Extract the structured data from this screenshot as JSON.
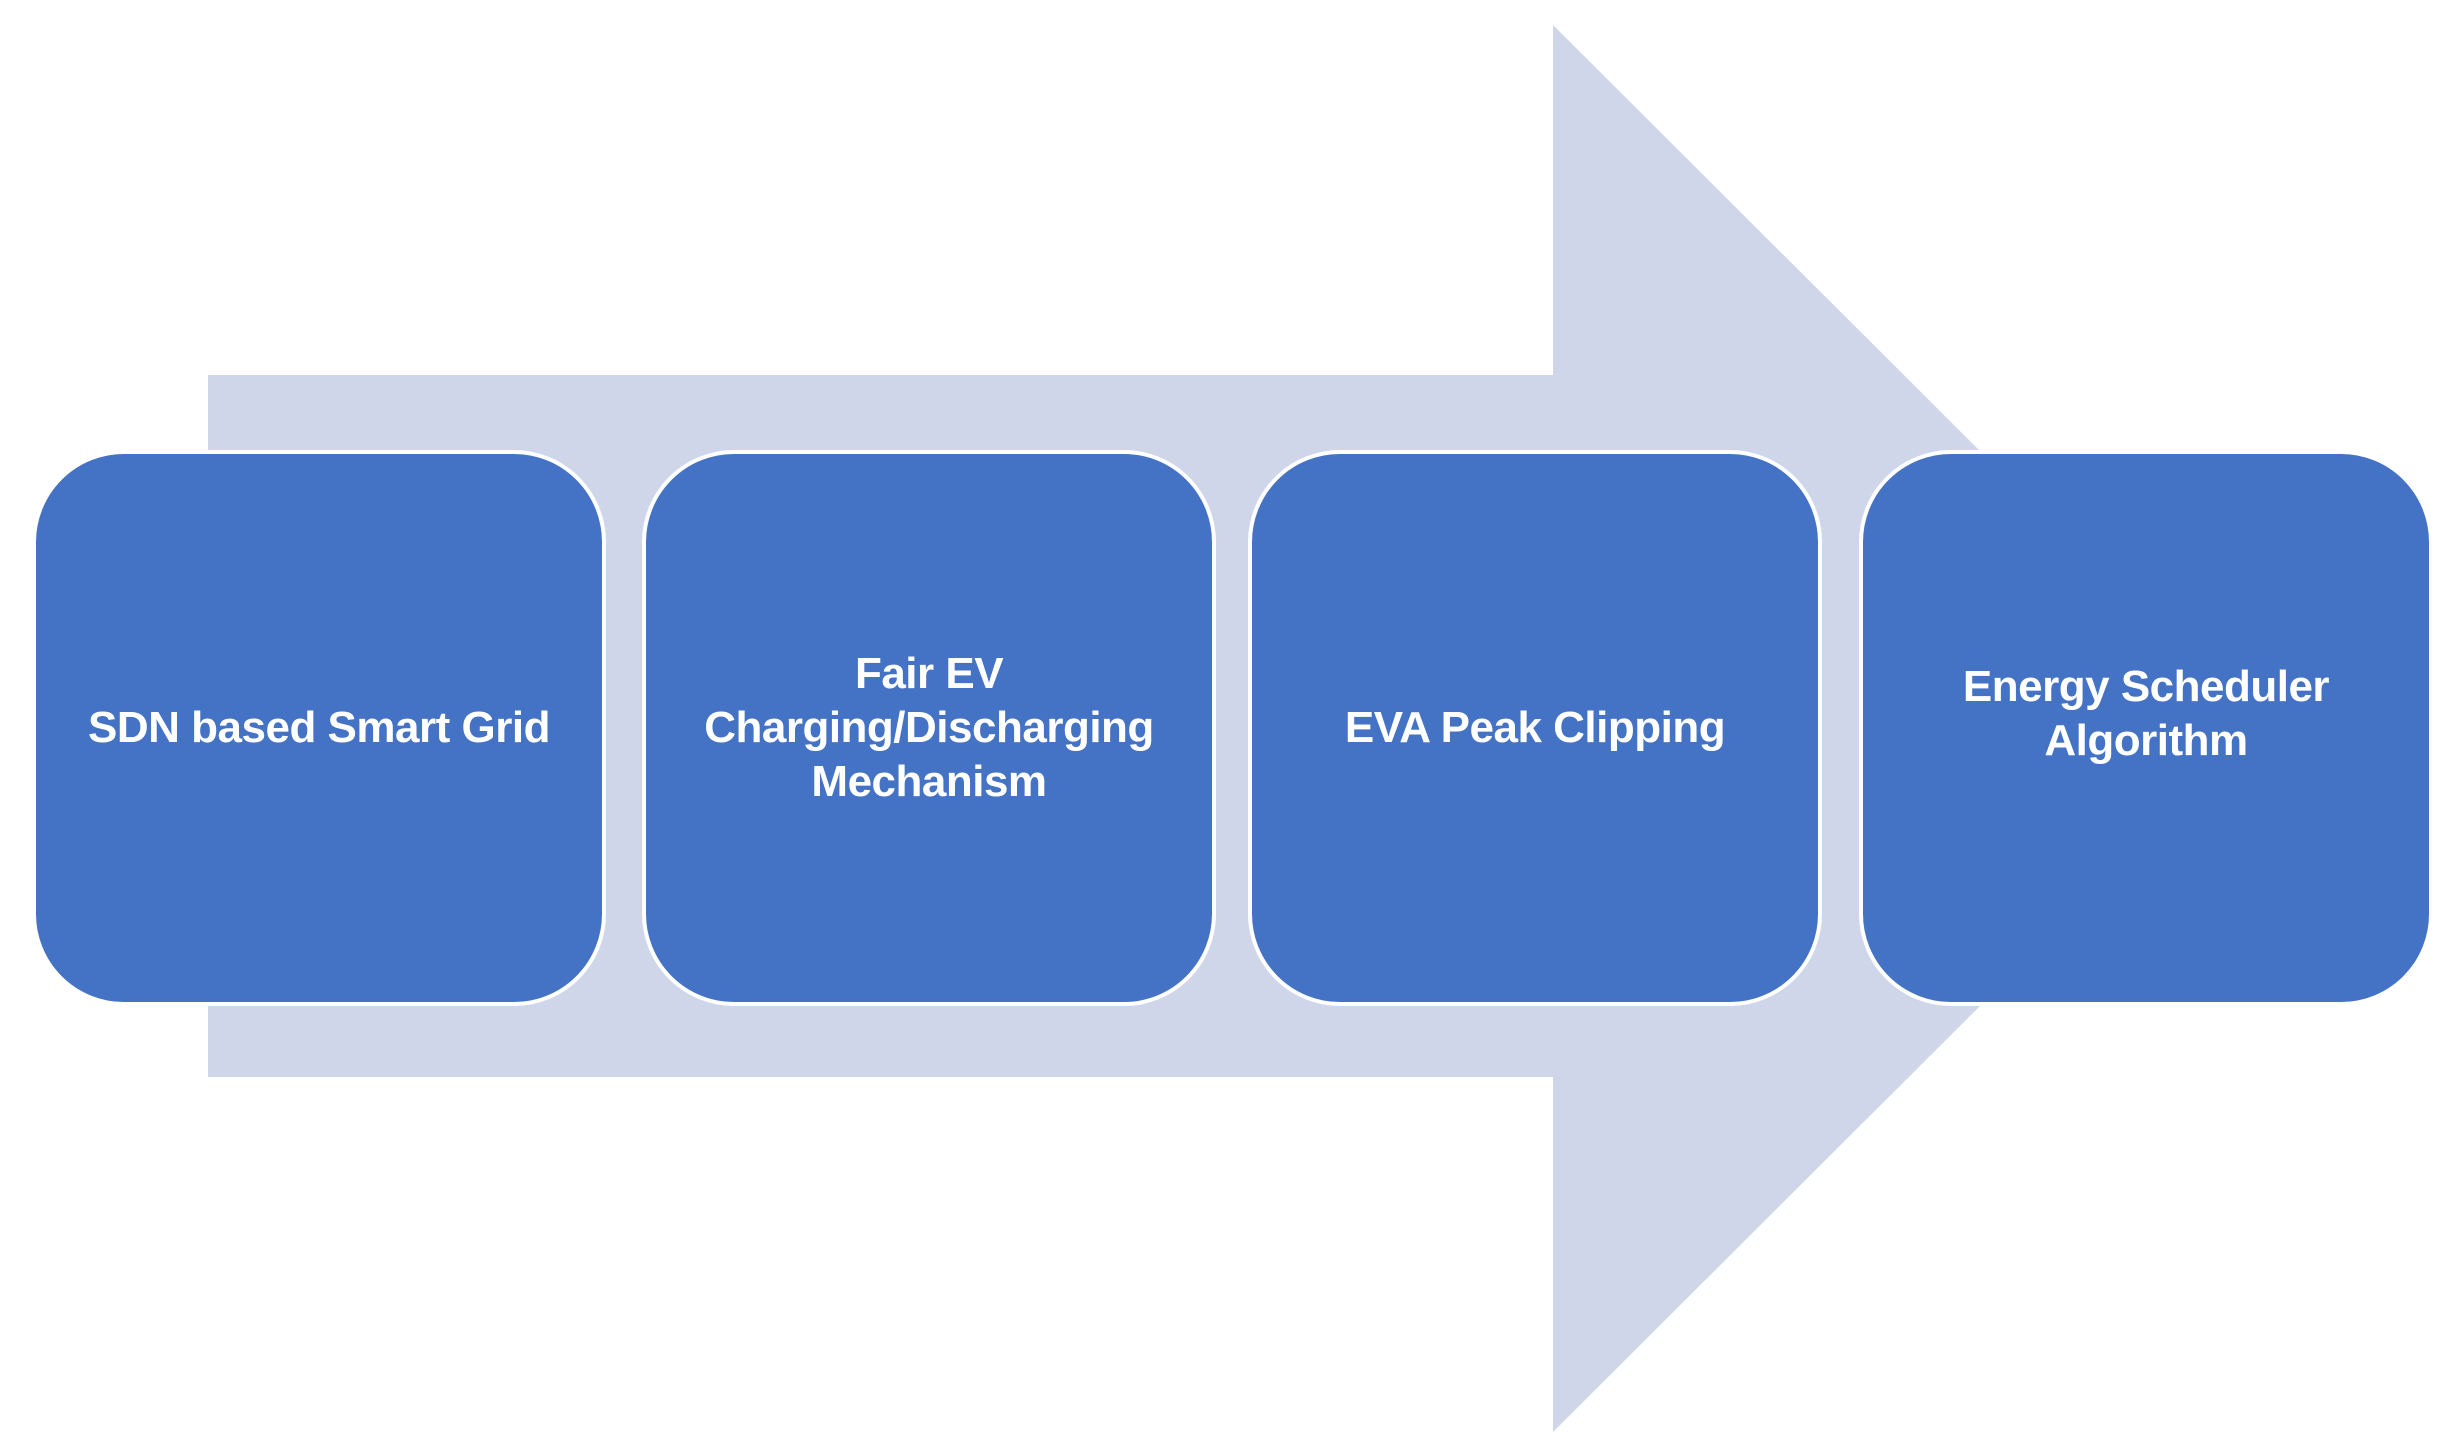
{
  "diagram": {
    "colors": {
      "background": "#ffffff",
      "arrow": "#d0d6ea",
      "box": "#4472c4",
      "box_border": "#ffffff",
      "text": "#ffffff"
    },
    "steps": [
      {
        "label": "SDN based Smart Grid"
      },
      {
        "label": "Fair EV\nCharging/Discharging\nMechanism"
      },
      {
        "label": "EVA Peak Clipping"
      },
      {
        "label": "Energy Scheduler\nAlgorithm"
      }
    ]
  }
}
